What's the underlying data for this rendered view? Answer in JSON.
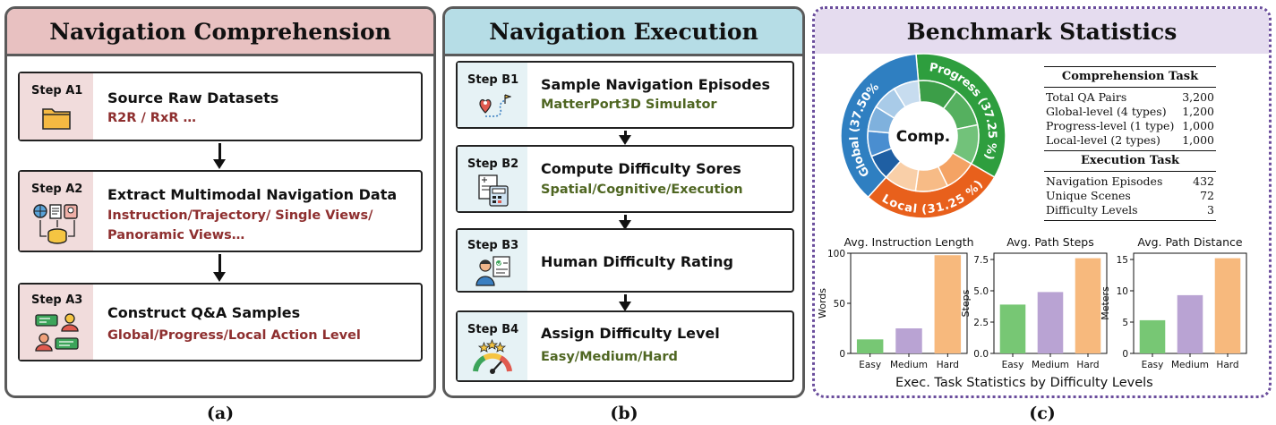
{
  "panel_a": {
    "title": "Navigation Comprehension",
    "caption": "(a)",
    "steps": [
      {
        "label": "Step A1",
        "title": "Source Raw Datasets",
        "sub1": "R2R / RxR …",
        "sub2": "",
        "icon": "folder-icon"
      },
      {
        "label": "Step A2",
        "title": "Extract Multimodal Navigation Data",
        "sub1": "Instruction/Trajectory/ Single Views/",
        "sub2": "Panoramic Views…",
        "icon": "data-extraction-icon"
      },
      {
        "label": "Step A3",
        "title": "Construct Q&A Samples",
        "sub1": "Global/Progress/Local Action Level",
        "sub2": "",
        "icon": "qa-people-icon"
      }
    ]
  },
  "panel_b": {
    "title": "Navigation Execution",
    "caption": "(b)",
    "steps": [
      {
        "label": "Step B1",
        "title": "Sample Navigation Episodes",
        "sub": "MatterPort3D Simulator",
        "icon": "route-pin-icon"
      },
      {
        "label": "Step B2",
        "title": "Compute Difficulty Sores",
        "sub": "Spatial/Cognitive/Execution",
        "icon": "calculator-icon"
      },
      {
        "label": "Step B3",
        "title": "Human Difficulty Rating",
        "sub": "",
        "icon": "person-rating-icon"
      },
      {
        "label": "Step B4",
        "title": "Assign Difficulty Level",
        "sub": "Easy/Medium/Hard",
        "icon": "gauge-stars-icon"
      }
    ]
  },
  "panel_c": {
    "title": "Benchmark Statistics",
    "caption": "(c)",
    "donut": {
      "center_label": "Comp.",
      "segments": [
        {
          "label": "Progress (37.25 %)",
          "value": 37.25,
          "color": "#2e9e3e"
        },
        {
          "label": "Local (31.25 %)",
          "value": 31.25,
          "color": "#e8601c"
        },
        {
          "label": "Global (37.50%)",
          "value": 37.5,
          "color": "#2f7fc1"
        }
      ]
    },
    "table": {
      "comprehension_header": "Comprehension Task",
      "comprehension_rows": [
        {
          "name": "Total QA Pairs",
          "value": "3,200"
        },
        {
          "name": "Global-level (4 types)",
          "value": "1,200"
        },
        {
          "name": "Progress-level (1 type)",
          "value": "1,000"
        },
        {
          "name": "Local-level (2 types)",
          "value": "1,000"
        }
      ],
      "execution_header": "Execution Task",
      "execution_rows": [
        {
          "name": "Navigation Episodes",
          "value": "432"
        },
        {
          "name": "Unique Scenes",
          "value": "72"
        },
        {
          "name": "Difficulty Levels",
          "value": "3"
        }
      ]
    },
    "footer": "Exec. Task Statistics by Difficulty Levels"
  },
  "chart_data": [
    {
      "type": "bar",
      "title": "Avg. Instruction Length",
      "categories": [
        "Easy",
        "Medium",
        "Hard"
      ],
      "values": [
        14,
        25,
        98
      ],
      "ylabel": "Words",
      "ylim": [
        0,
        100
      ],
      "yticks": [
        0,
        50,
        100
      ],
      "colors": [
        "#77c774",
        "#b9a3d3",
        "#f7b97d"
      ]
    },
    {
      "type": "bar",
      "title": "Avg. Path Steps",
      "categories": [
        "Easy",
        "Medium",
        "Hard"
      ],
      "values": [
        3.9,
        4.9,
        7.6
      ],
      "ylabel": "Steps",
      "ylim": [
        0,
        8
      ],
      "yticks": [
        0,
        2.5,
        5.0,
        7.5
      ],
      "colors": [
        "#77c774",
        "#b9a3d3",
        "#f7b97d"
      ]
    },
    {
      "type": "bar",
      "title": "Avg. Path Distance",
      "categories": [
        "Easy",
        "Medium",
        "Hard"
      ],
      "values": [
        5.3,
        9.3,
        15.2
      ],
      "ylabel": "Meters",
      "ylim": [
        0,
        16
      ],
      "yticks": [
        0,
        5,
        10,
        15
      ],
      "colors": [
        "#77c774",
        "#b9a3d3",
        "#f7b97d"
      ]
    }
  ],
  "colors": {
    "panel_a_header": "#e8c1c1",
    "panel_b_header": "#b6dde6",
    "panel_c_header": "#e5dcef",
    "panel_c_border": "#6a4d9c",
    "step_a_side": "#f1dcdc",
    "step_b_side": "#e6f2f5"
  }
}
